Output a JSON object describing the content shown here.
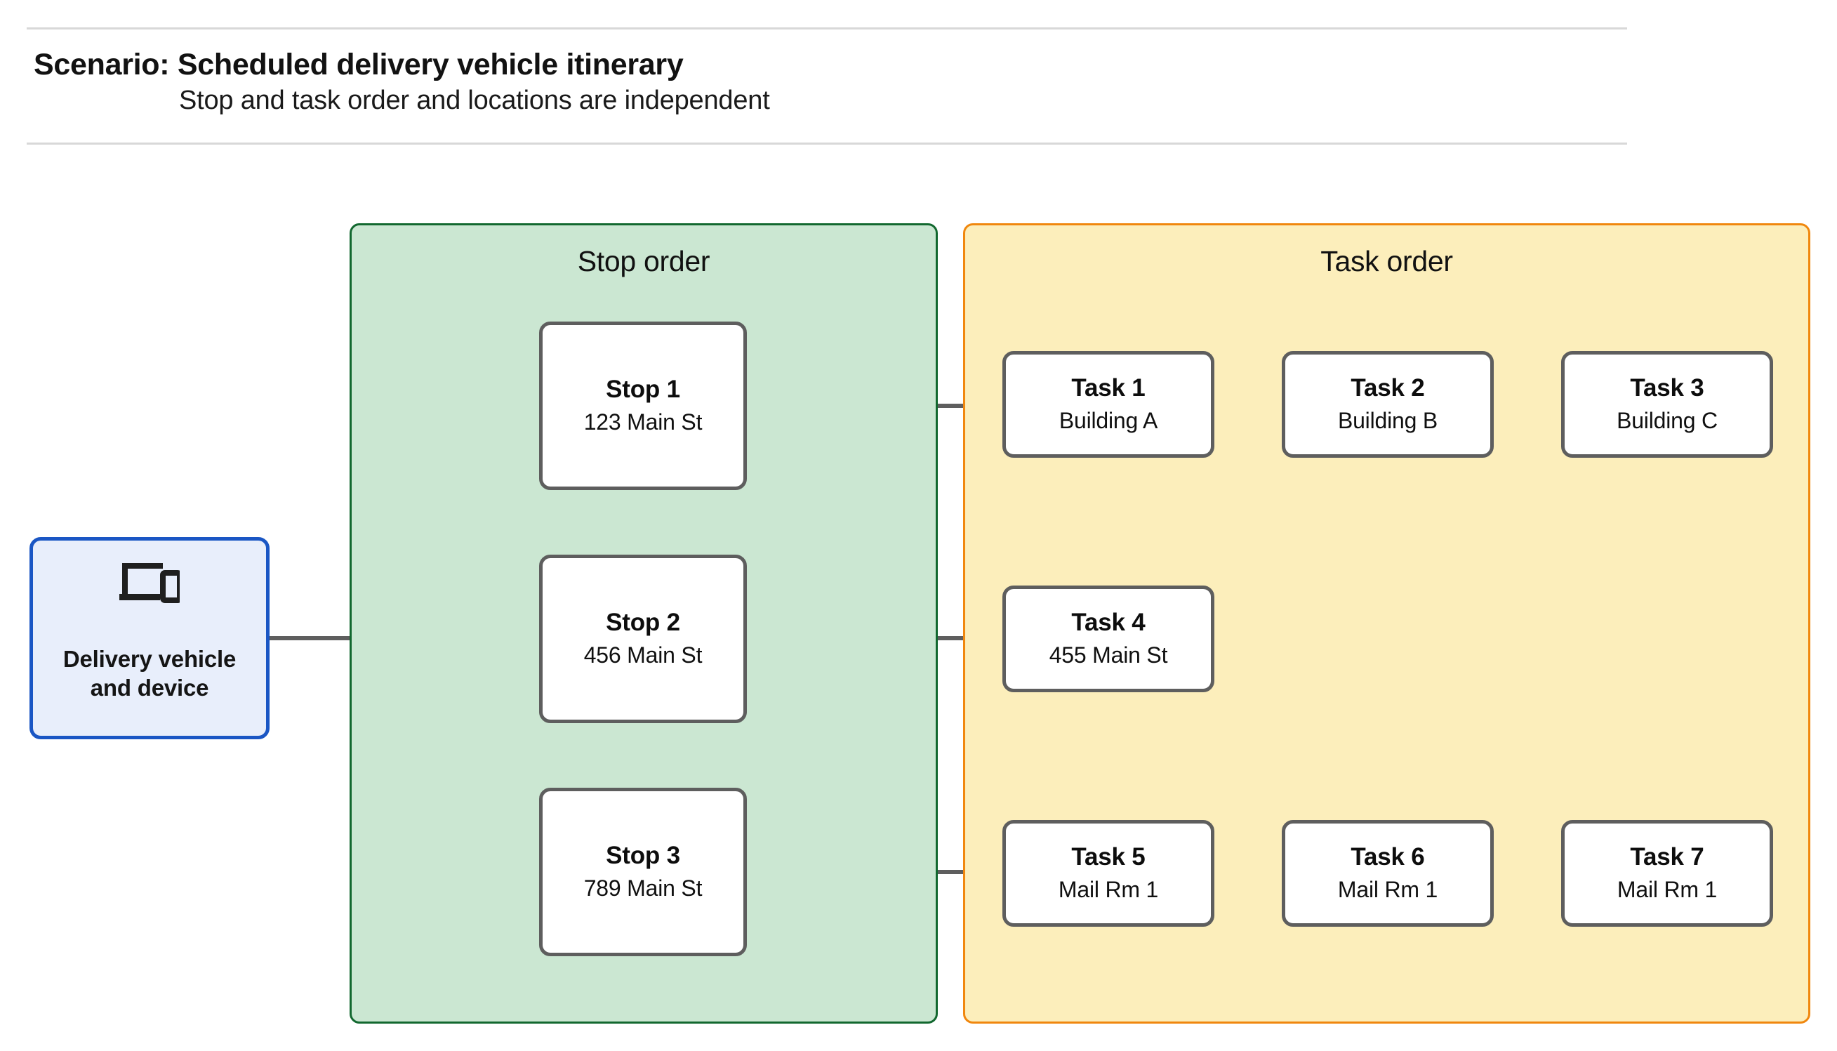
{
  "header": {
    "title": "Scenario: Scheduled delivery vehicle itinerary",
    "subtitle": "Stop and task order and locations are independent"
  },
  "device": {
    "icon": "devices-laptop-phone-icon",
    "label": "Delivery vehicle\nand device"
  },
  "groups": {
    "stop": {
      "title": "Stop order"
    },
    "task": {
      "title": "Task order"
    }
  },
  "stops": [
    {
      "title": "Stop 1",
      "location": "123 Main St"
    },
    {
      "title": "Stop 2",
      "location": "456 Main St"
    },
    {
      "title": "Stop 3",
      "location": "789 Main St"
    }
  ],
  "tasks": [
    {
      "title": "Task 1",
      "location": "Building A"
    },
    {
      "title": "Task 2",
      "location": "Building B"
    },
    {
      "title": "Task 3",
      "location": "Building C"
    },
    {
      "title": "Task 4",
      "location": "455 Main St"
    },
    {
      "title": "Task 5",
      "location": "Mail Rm 1"
    },
    {
      "title": "Task 6",
      "location": "Mail Rm 1"
    },
    {
      "title": "Task 7",
      "location": "Mail Rm 1"
    }
  ],
  "colors": {
    "stop_group_fill": "#cbe7d2",
    "stop_group_border": "#12682f",
    "task_group_fill": "#fceebb",
    "task_group_border": "#f0870e",
    "device_fill": "#e8eefb",
    "device_border": "#1a56c4",
    "card_border": "#5e5e5e",
    "connector": "#5e5e5e",
    "divider": "#d8d8d8"
  }
}
